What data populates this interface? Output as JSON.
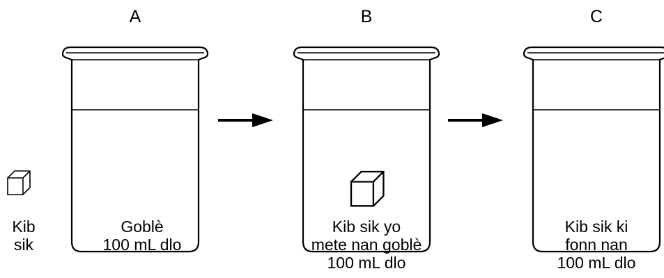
{
  "beakers": [
    {
      "letter": "A",
      "caption": [
        "Goblè",
        "100 mL dlo"
      ],
      "has_cube": false
    },
    {
      "letter": "B",
      "caption": [
        "Kib sik yo",
        "mete nan goblè",
        "100 mL dlo"
      ],
      "has_cube": true
    },
    {
      "letter": "C",
      "caption": [
        "Kib sik ki",
        "fonn nan",
        "100 mL dlo"
      ],
      "has_cube": false
    }
  ],
  "sugar_cube": {
    "caption": [
      "Kib",
      "sik"
    ]
  },
  "arrows": [
    "arrow-right-icon",
    "arrow-right-icon"
  ]
}
